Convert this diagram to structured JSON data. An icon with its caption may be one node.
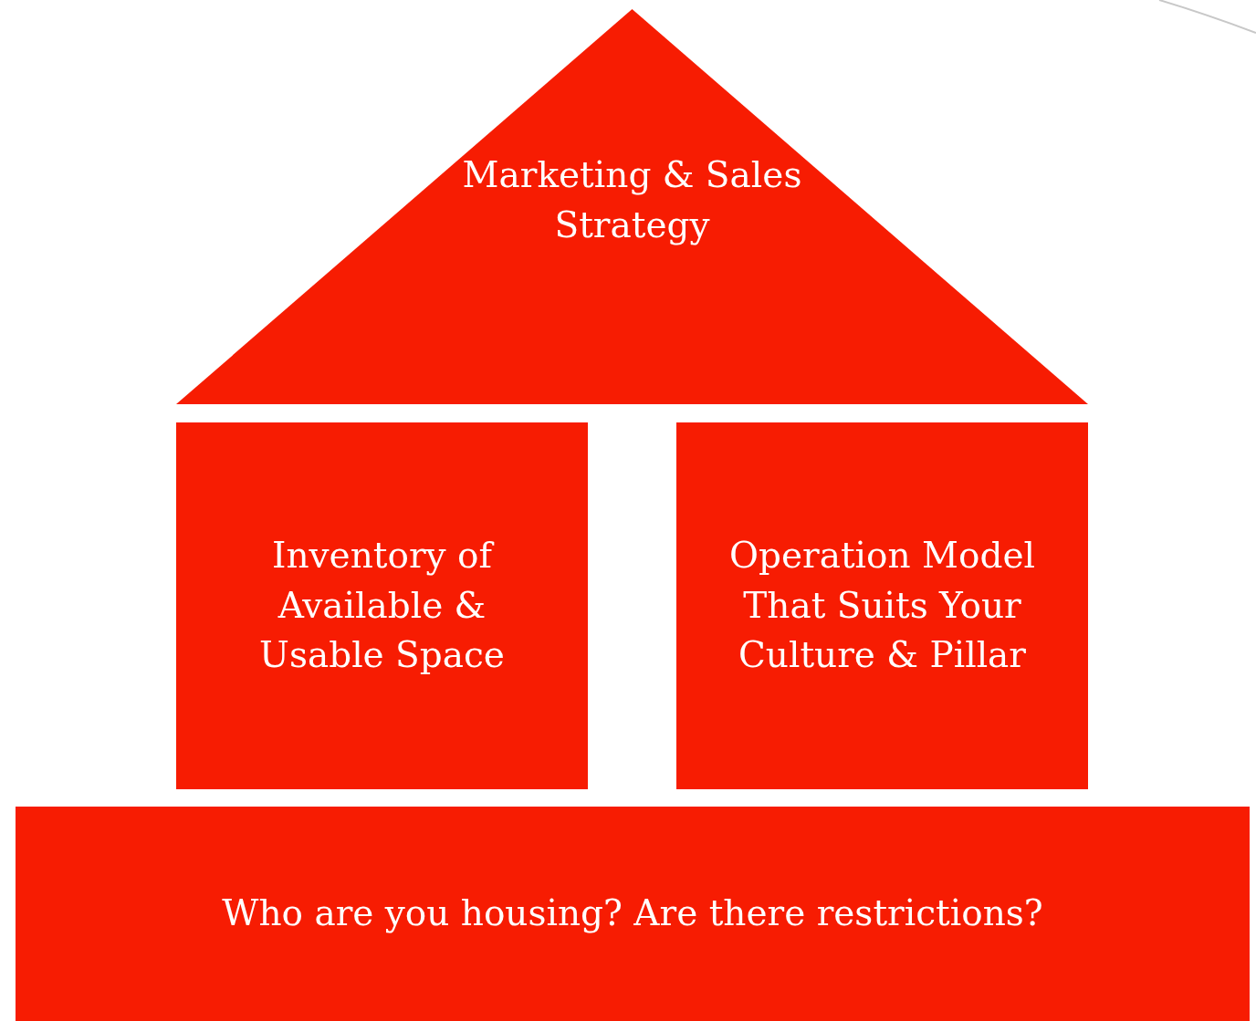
{
  "diagram": {
    "nodes": [
      {
        "text": [
          "Marketing & Sales Strategy"
        ]
      },
      {
        "text": [
          "Inventory of Available & Usable Space"
        ]
      },
      {
        "text": [
          "Operation Model That Suits Your Culture & Pillar"
        ]
      },
      {
        "text": [
          "Who are you housing? Are there restrictions?"
        ]
      }
    ]
  }
}
